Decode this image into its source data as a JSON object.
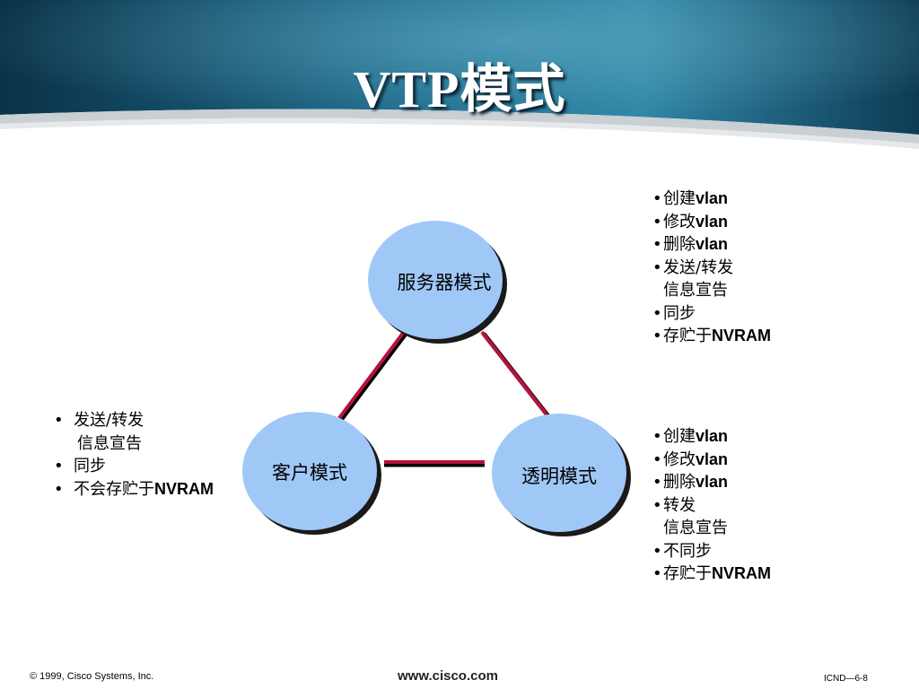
{
  "slide": {
    "title": "VTP模式",
    "footer_left": "© 1999, Cisco Systems, Inc.",
    "footer_center": "www.cisco.com",
    "footer_right": "ICND—6-8"
  },
  "colors": {
    "header_dark": "#0d3a52",
    "header_light": "#3a8fb0",
    "node_fill": "#9fc8f7",
    "node_shadow": "#1a1a1a",
    "edge": "#b8123c"
  },
  "nodes": {
    "server": {
      "label": "服务器模式"
    },
    "client": {
      "label": "客户模式"
    },
    "transparent": {
      "label": "透明模式"
    }
  },
  "server_features": [
    {
      "pre": "创建",
      "bold": "vlan"
    },
    {
      "pre": "修改",
      "bold": "vlan"
    },
    {
      "pre": "删除",
      "bold": "vlan"
    },
    {
      "pre": "发送/转发",
      "bold": ""
    },
    {
      "cont": "信息宣告"
    },
    {
      "pre": "同步",
      "bold": ""
    },
    {
      "pre": "存贮于",
      "bold": "NVRAM"
    }
  ],
  "client_features": [
    {
      "pre": "发送/转发",
      "bold": ""
    },
    {
      "cont": "信息宣告"
    },
    {
      "pre": "同步",
      "bold": ""
    },
    {
      "pre": "不会存贮于",
      "bold": "NVRAM"
    }
  ],
  "transparent_features": [
    {
      "pre": "创建",
      "bold": "vlan"
    },
    {
      "pre": "修改",
      "bold": "vlan"
    },
    {
      "pre": "删除",
      "bold": "vlan"
    },
    {
      "pre": "转发",
      "bold": ""
    },
    {
      "cont": "信息宣告"
    },
    {
      "pre": "不同步",
      "bold": ""
    },
    {
      "pre": "存贮于",
      "bold": "NVRAM"
    }
  ]
}
